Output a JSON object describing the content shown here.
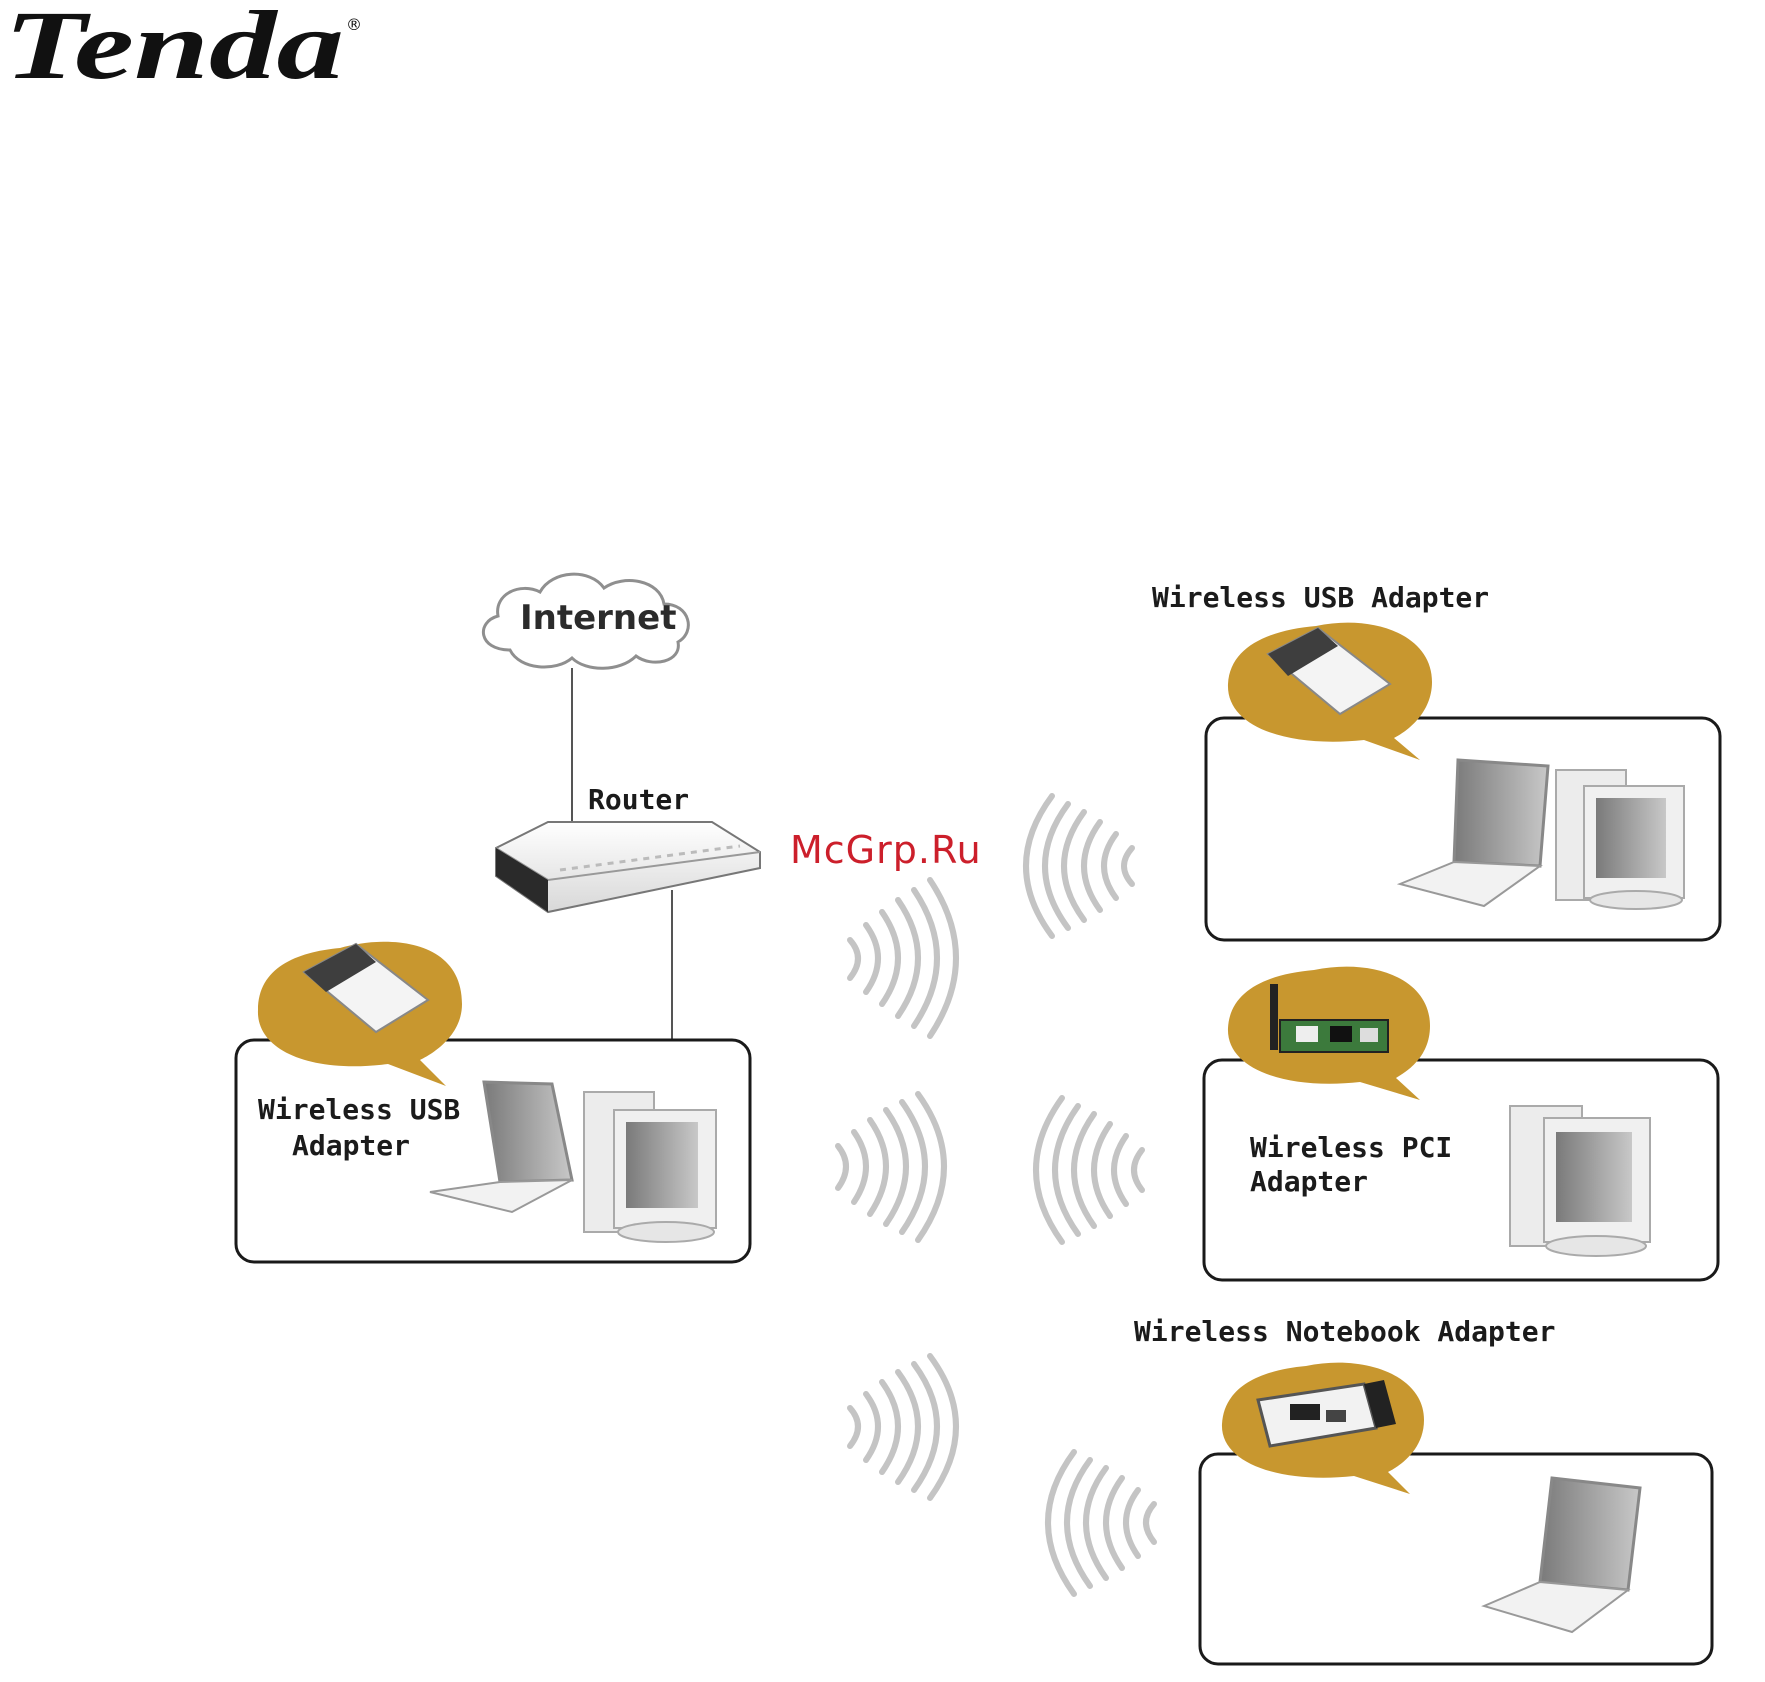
{
  "logo": {
    "text": "Tenda",
    "mark": "®"
  },
  "watermark": "McGrp.Ru",
  "labels": {
    "internet": "Internet",
    "router": "Router",
    "left_adapter_line1": "Wireless USB",
    "left_adapter_line2": "Adapter",
    "top_right_adapter": "Wireless USB Adapter",
    "pci_line1": "Wireless PCI",
    "pci_line2": "Adapter",
    "notebook_adapter": "Wireless Notebook Adapter"
  },
  "colors": {
    "bubble": "#c8972f",
    "box_border": "#1a1a1a",
    "waves": "#c4c4c4",
    "watermark": "#cc1f2b"
  }
}
